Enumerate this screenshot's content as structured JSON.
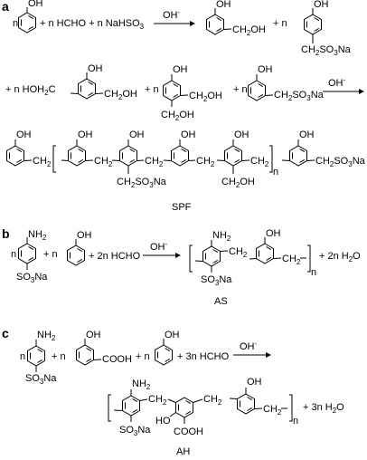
{
  "panels": [
    {
      "label": "a",
      "line1": {
        "n1": "n",
        "plus1": "+ n HCHO + n NaHSO",
        "sub3": "3",
        "oh_minus": "OH",
        "minus": "-",
        "ch2oh": "CH",
        "two": "2",
        "oh": "OH",
        "plus_n": "+ n",
        "ch2so3na_a": "CH",
        "ch2so3na_b": "SO",
        "ch2so3na_c": "Na"
      },
      "line2": {
        "plus_n_hoh2c": "+ n HOH",
        "c": "C",
        "ch2oh_r": "CH",
        "oh_r": "OH",
        "plus_n_1": "+ n",
        "plus_n_2": "+ n",
        "ch2so3na_a": "CH",
        "ch2so3na_b": "SO",
        "ch2so3na_c": "Na",
        "oh_minus": "OH",
        "minus": "-"
      },
      "product_name": "SPF"
    },
    {
      "label": "b",
      "reactant1_nh2": "NH",
      "reactant1_so3na": "SO",
      "reactant1_na": "Na",
      "n": "n",
      "plus_n": "+ n",
      "plus_hcho": "+ 2n HCHO",
      "oh_minus": "OH",
      "minus": "-",
      "plus_water": "+ 2n H",
      "water_o": "O",
      "product_name": "AS"
    },
    {
      "label": "c",
      "n": "n",
      "plus_n_1": "+ n",
      "plus_n_2": "+ n",
      "plus_hcho": "+ 3n HCHO",
      "oh_minus": "OH",
      "minus": "-",
      "cooh": "COOH",
      "ho": "HO",
      "plus_water": "+ 3n H",
      "water_o": "O",
      "product_name": "AH"
    }
  ],
  "common": {
    "oh": "OH",
    "nh": "NH",
    "so": "SO",
    "na": "Na",
    "ch": "CH",
    "two": "2",
    "three": "3",
    "n": "n"
  }
}
